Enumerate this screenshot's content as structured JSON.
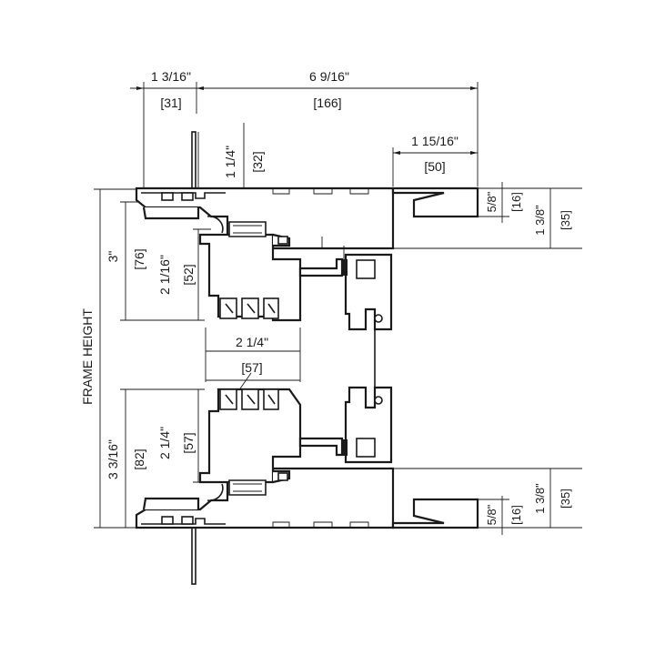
{
  "dimensions": {
    "top_left_in": "1 3/16\"",
    "top_left_mm": "[31]",
    "top_width_in": "6 9/16\"",
    "top_width_mm": "[166]",
    "fin_in": "1 1/4\"",
    "fin_mm": "[32]",
    "right_in": "1 15/16\"",
    "right_mm": "[50]",
    "upper_head_in": "5/8\"",
    "upper_head_mm": "[16]",
    "upper_depth_in": "1 3/8\"",
    "upper_depth_mm": "[35]",
    "upper_left_in": "3\"",
    "upper_left_mm": "[76]",
    "upper_inner_in": "2 1/16\"",
    "upper_inner_mm": "[52]",
    "frame_height": "FRAME HEIGHT",
    "glass_in": "2 1/4\"",
    "glass_mm": "[57]",
    "lower_left_in": "3 3/16\"",
    "lower_left_mm": "[82]",
    "lower_inner_in": "2 1/4\"",
    "lower_inner_mm": "[57]",
    "lower_head_in": "5/8\"",
    "lower_head_mm": "[16]",
    "lower_depth_in": "1 3/8\"",
    "lower_depth_mm": "[35]"
  },
  "colors": {
    "line": "#1a1a1a",
    "background": "#ffffff"
  }
}
